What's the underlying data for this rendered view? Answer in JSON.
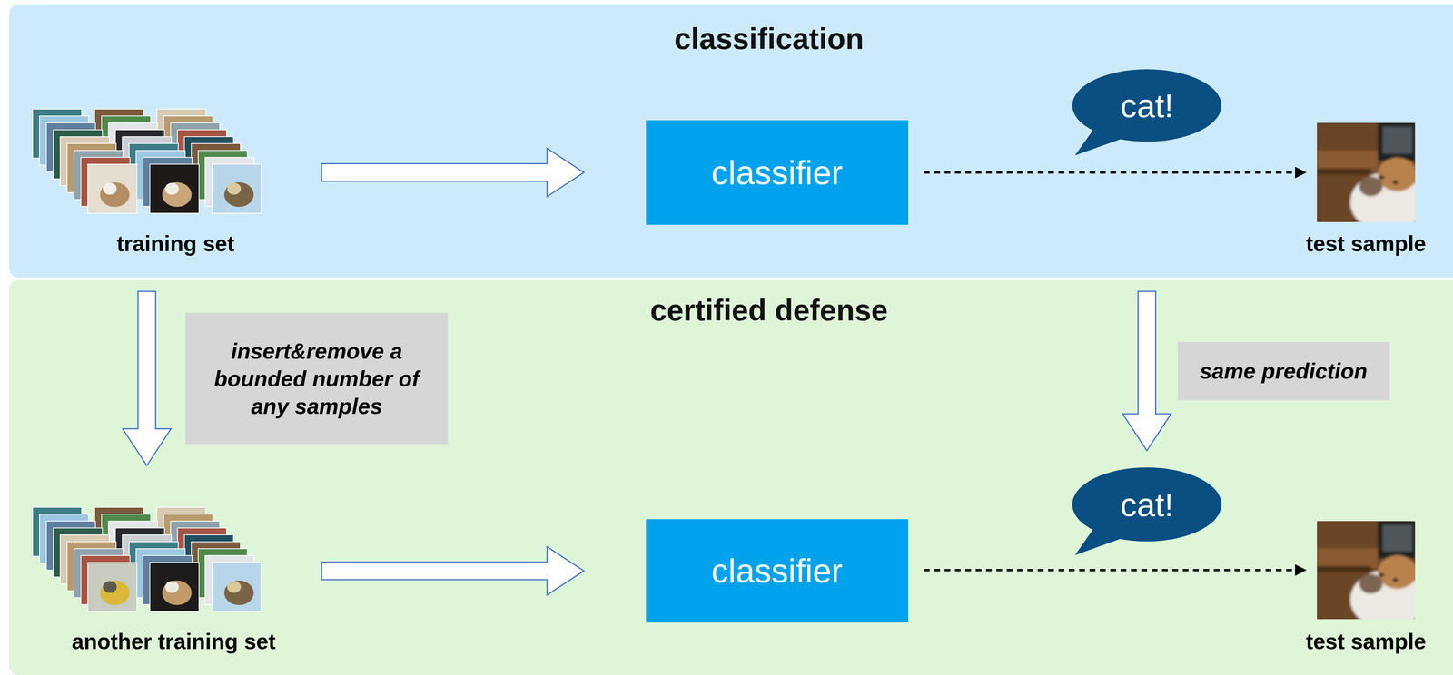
{
  "diagram": {
    "nodes": [
      {
        "text": [
          "classification"
        ]
      },
      {
        "text": [
          "training set"
        ],
        "in": 0
      },
      {
        "text": [
          "classifier"
        ],
        "in": 0
      },
      {
        "text": [
          "cat!"
        ],
        "in": 0
      },
      {
        "text": [
          "test sample"
        ],
        "in": 0
      },
      {
        "text": [
          "certified defense"
        ]
      },
      {
        "text": [
          "another training set"
        ],
        "in": 5
      },
      {
        "text": [
          "classifier"
        ],
        "in": 5
      },
      {
        "text": [
          "cat!"
        ],
        "in": 5
      },
      {
        "text": [
          "test sample"
        ],
        "in": 5
      }
    ],
    "edges": [
      {
        "from": 1,
        "to": 2,
        "arrow": "to"
      },
      {
        "from": 2,
        "to": 4,
        "arrow": "to"
      },
      {
        "from": 1,
        "to": 6,
        "arrow": "to",
        "label": "insert&remove a bounded number of any samples"
      },
      {
        "from": 3,
        "to": 8,
        "arrow": "to",
        "label": "same prediction"
      },
      {
        "from": 6,
        "to": 7,
        "arrow": "to"
      },
      {
        "from": 7,
        "to": 9,
        "arrow": "to"
      }
    ]
  }
}
